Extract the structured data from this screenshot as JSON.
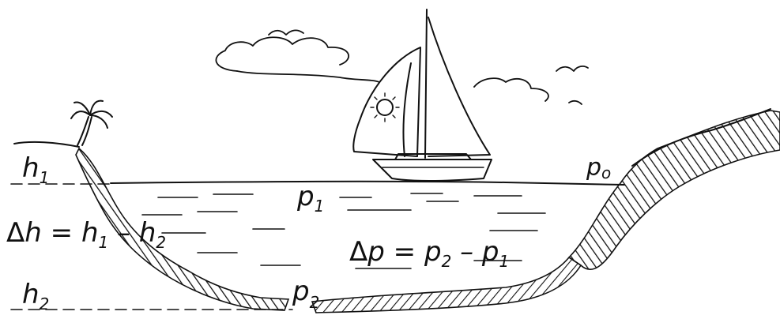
{
  "diagram": {
    "levels": {
      "h1": {
        "base": "h",
        "sub": "1"
      },
      "h2": {
        "base": "h",
        "sub": "2"
      }
    },
    "pressures": {
      "p0": {
        "base": "p",
        "sub": "o"
      },
      "p1": {
        "base": "p",
        "sub": "1"
      },
      "p2": {
        "base": "p",
        "sub": "2"
      }
    },
    "equations": {
      "delta_h": {
        "delta": "Δ",
        "lhs": "h",
        "eq": " = ",
        "a": "h",
        "a_sub": "1",
        "minus": " – ",
        "b": "h",
        "b_sub": "2"
      },
      "delta_p": {
        "delta": "Δ",
        "lhs": "p",
        "eq": " = ",
        "a": "p",
        "a_sub": "2",
        "minus": " – ",
        "b": "p",
        "b_sub": "1"
      }
    }
  }
}
